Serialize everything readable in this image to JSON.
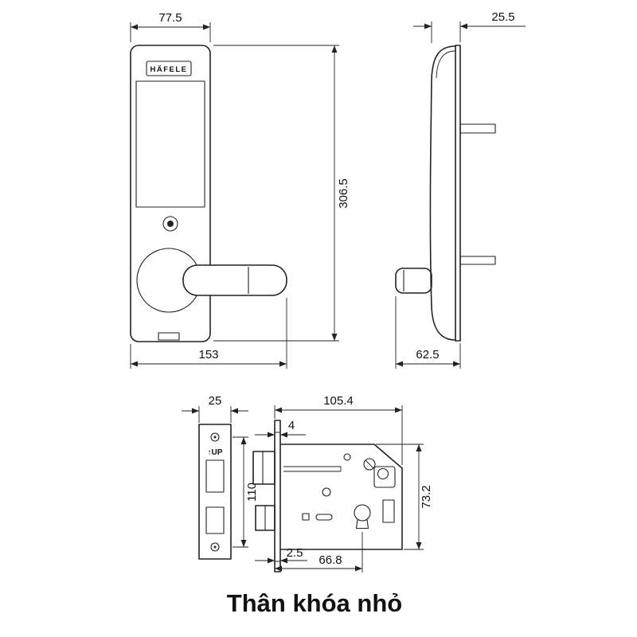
{
  "caption": "Thân khóa nhỏ",
  "brand": "HÄFELE",
  "front_view": {
    "width_top": "77.5",
    "height": "306.5",
    "width_total": "153"
  },
  "side_view": {
    "depth_top": "25.5",
    "depth_total": "62.5"
  },
  "faceplate": {
    "width": "25",
    "hole_spacing": "110",
    "up_marking": "↑UP"
  },
  "lock_body": {
    "width": "105.4",
    "front_offset": "4",
    "height": "73.2",
    "bottom_offset": "2.5",
    "backset": "66.8"
  }
}
